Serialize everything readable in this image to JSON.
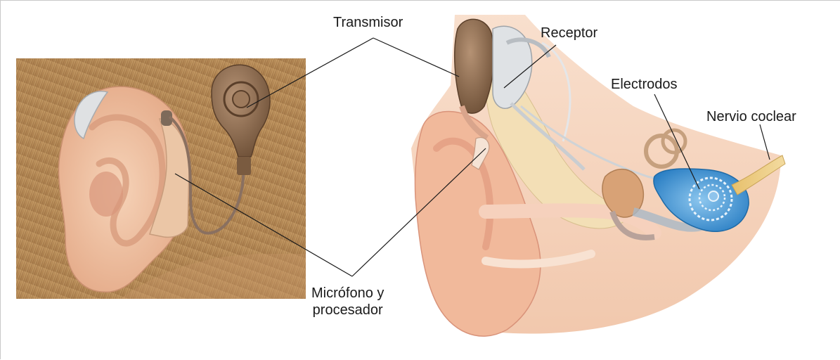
{
  "labels": {
    "transmisor": "Transmisor",
    "receptor": "Receptor",
    "electrodos": "Electrodos",
    "nervio_coclear": "Nervio coclear",
    "microfono_line1": "Micrófono y",
    "microfono_line2": "procesador"
  },
  "colors": {
    "hair": "#b98f5a",
    "skin": "#f1c3a3",
    "device_brown": "#8a6a4d",
    "processor": "#e9c4a4",
    "cochlea": "#3f95d2",
    "nerve": "#e9c97b",
    "leader_line": "#1a1a1a"
  }
}
